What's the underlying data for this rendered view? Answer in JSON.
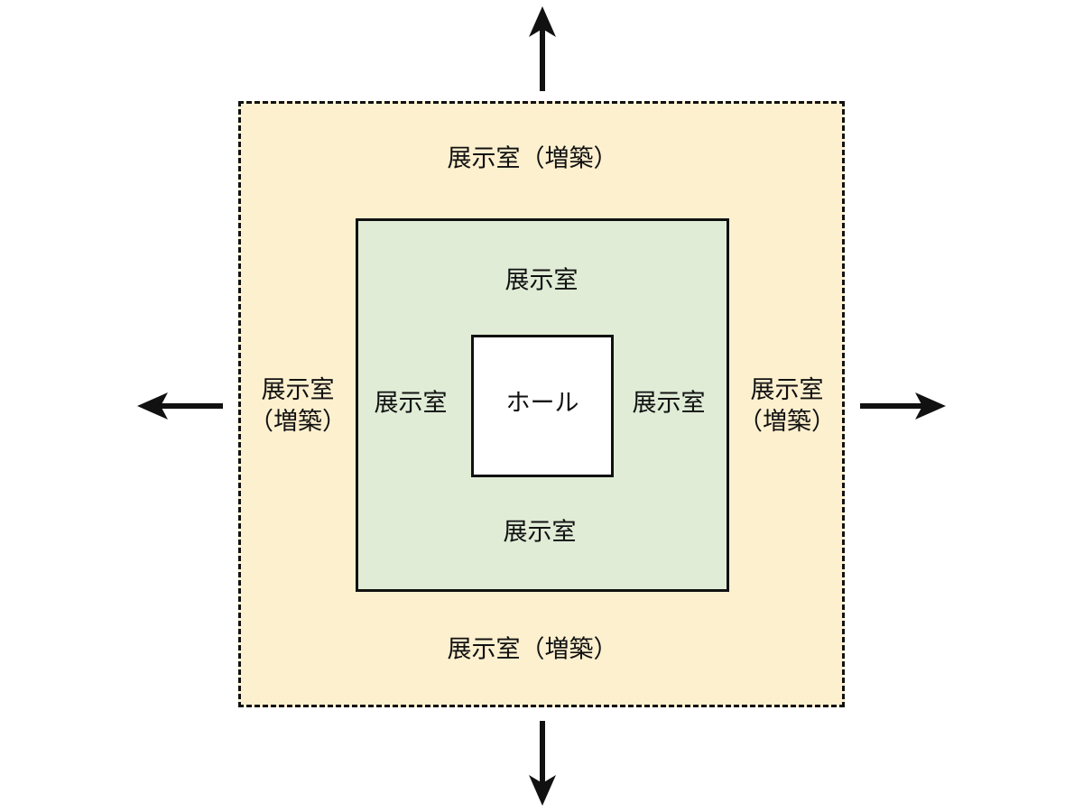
{
  "labels": {
    "extension_top": "展示室（増築）",
    "extension_bottom": "展示室（増築）",
    "extension_left_line1": "展示室",
    "extension_left_line2": "（増築）",
    "extension_right_line1": "展示室",
    "extension_right_line2": "（増築）",
    "room_top": "展示室",
    "room_bottom": "展示室",
    "room_left": "展示室",
    "room_right": "展示室",
    "hall": "ホール"
  },
  "colors": {
    "extension_fill": "#fdf0cf",
    "room_fill": "#e0ecd6",
    "hall_fill": "#ffffff",
    "stroke": "#111111"
  },
  "arrows": [
    "arrow-up-icon",
    "arrow-down-icon",
    "arrow-left-icon",
    "arrow-right-icon"
  ]
}
